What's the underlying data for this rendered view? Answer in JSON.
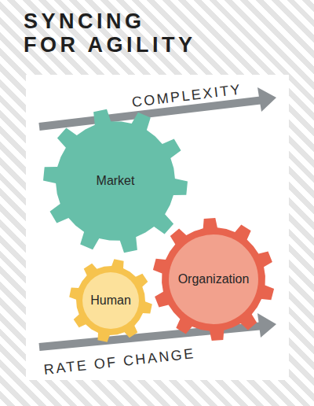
{
  "diagram": {
    "title": "SYNCING FOR AGILITY",
    "nodes": [
      {
        "text": [
          "Market"
        ]
      },
      {
        "text": [
          "Organization"
        ]
      },
      {
        "text": [
          "Human"
        ]
      }
    ],
    "labels": [
      "COMPLEXITY",
      "RATE OF CHANGE"
    ]
  }
}
